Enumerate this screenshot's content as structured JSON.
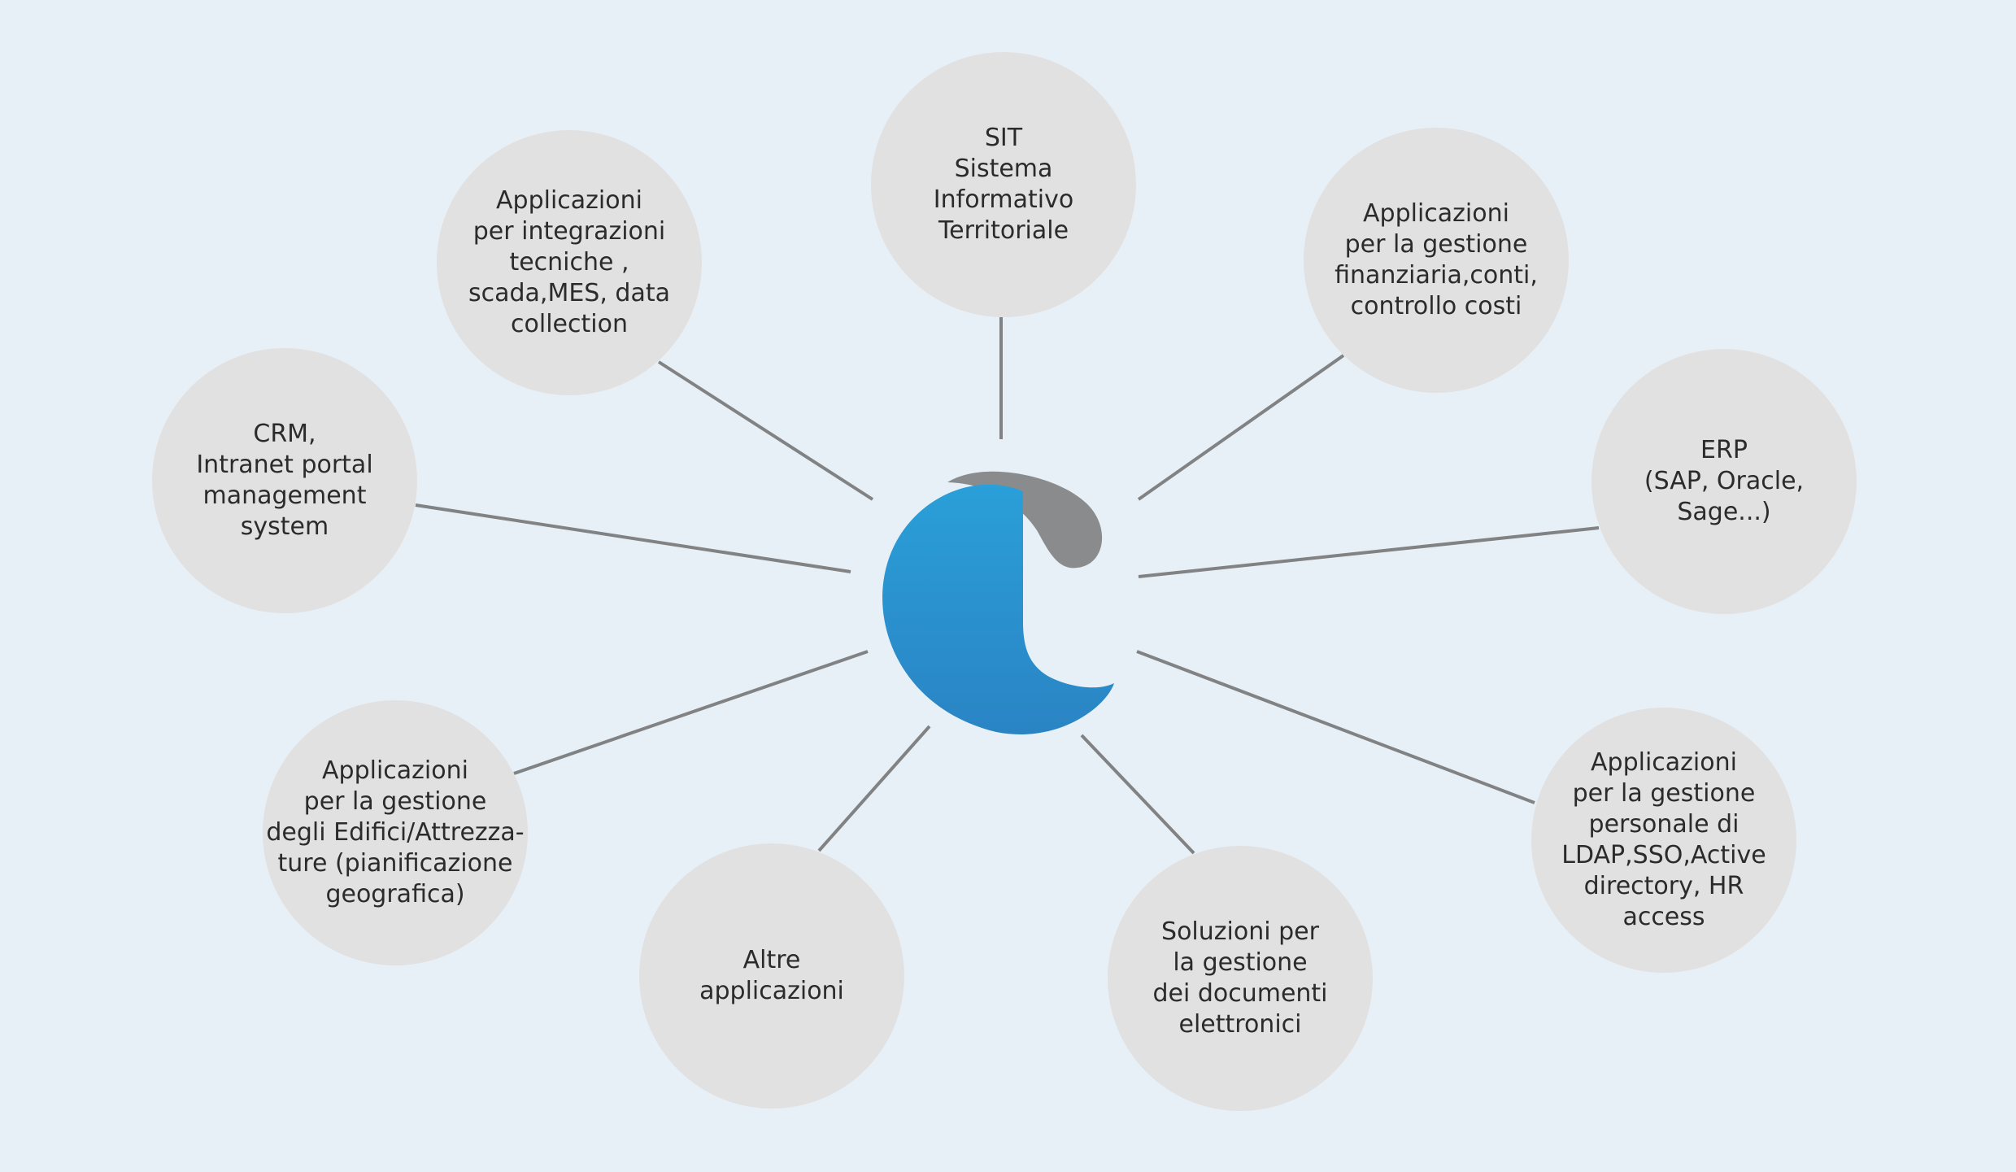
{
  "diagram": {
    "center": {
      "icon": "company-logo-icon",
      "colors": {
        "blue_top": "#2a9fd8",
        "blue_bottom": "#2a84c4",
        "gray": "#8a8b8d"
      }
    },
    "nodes": [
      {
        "id": "sit",
        "label": "SIT\nSistema\nInformativo\nTerritoriale"
      },
      {
        "id": "integrazioni-tecniche",
        "label": "Applicazioni\nper integrazioni\ntecniche ,\nscada,MES, data\ncollection"
      },
      {
        "id": "gestione-finanziaria",
        "label": "Applicazioni\nper la gestione\nfinanziaria,conti,\ncontrollo costi"
      },
      {
        "id": "crm",
        "label": "CRM,\nIntranet portal\nmanagement\nsystem"
      },
      {
        "id": "erp",
        "label": "ERP\n(SAP, Oracle,\nSage...)"
      },
      {
        "id": "gestione-edifici",
        "label": "Applicazioni\nper la gestione\ndegli Edifici/Attrezza-\nture (pianificazione\ngeografica)"
      },
      {
        "id": "gestione-personale",
        "label": "Applicazioni\nper la gestione\npersonale di\nLDAP,SSO,Active\ndirectory, HR\naccess"
      },
      {
        "id": "altre-applicazioni",
        "label": "Altre\napplicazioni"
      },
      {
        "id": "documenti-elettronici",
        "label": "Soluzioni per\nla gestione\ndei documenti\nelettronici"
      }
    ],
    "colors": {
      "background": "#e8f0f7",
      "node_fill": "#e1e1e1",
      "connector": "#808284",
      "text": "#2b2b2b"
    }
  }
}
